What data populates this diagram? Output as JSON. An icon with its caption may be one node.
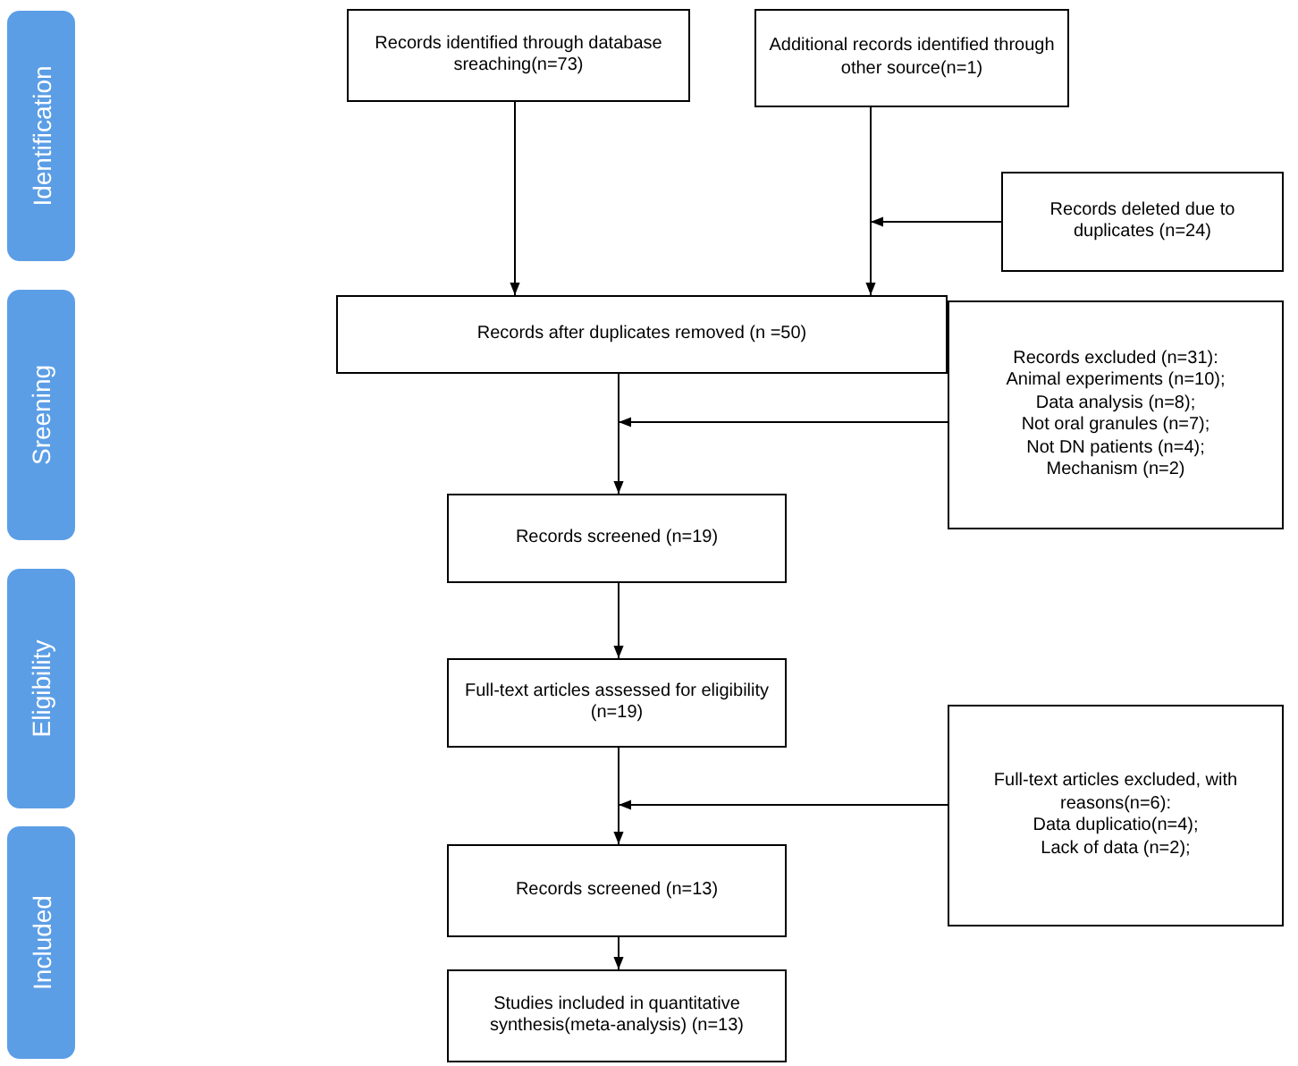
{
  "diagram": {
    "nodes": [
      {
        "text": [
          "Identification"
        ]
      },
      {
        "text": [
          "Records identified through database sreaching(n=73)"
        ]
      },
      {
        "text": [
          "Additional records identified through other source(n=1)"
        ]
      },
      {
        "text": [
          "Records deleted due to duplicates (n=24)"
        ]
      },
      {
        "text": [
          "Sreening"
        ]
      },
      {
        "text": [
          "Records after duplicates removed (n =50)"
        ]
      },
      {
        "text": [
          "Records excluded (n=31):",
          "Animal experiments (n=10);",
          "Data analysis (n=8);",
          "Not oral granules (n=7);",
          "Not DN patients (n=4);",
          "Mechanism (n=2)"
        ]
      },
      {
        "text": [
          "Records screened (n=19)"
        ]
      },
      {
        "text": [
          "Eligibility"
        ]
      },
      {
        "text": [
          "Full-text articles assessed for eligibility (n=19)"
        ]
      },
      {
        "text": [
          "Full-text articles excluded, with reasons(n=6):",
          "Data duplicatio(n=4);",
          "Lack of data (n=2);"
        ]
      },
      {
        "text": [
          "Included"
        ]
      },
      {
        "text": [
          "Records screened (n=13)"
        ]
      },
      {
        "text": [
          "Studies included in quantitative synthesis(meta-analysis) (n=13)"
        ]
      }
    ],
    "edges": [
      {
        "from": 1,
        "to": 5,
        "arrow": "to"
      },
      {
        "from": 2,
        "to": 5,
        "arrow": "to"
      },
      {
        "from": 3,
        "to": 5,
        "arrow": "to"
      },
      {
        "from": 5,
        "to": 7,
        "arrow": "to"
      },
      {
        "from": 6,
        "to": null,
        "arrow": "to"
      },
      {
        "from": 7,
        "to": 9,
        "arrow": "to"
      },
      {
        "from": 10,
        "to": 12,
        "arrow": "to"
      },
      {
        "from": 9,
        "to": 12,
        "arrow": "to"
      },
      {
        "from": 12,
        "to": 13,
        "arrow": "to"
      }
    ]
  }
}
